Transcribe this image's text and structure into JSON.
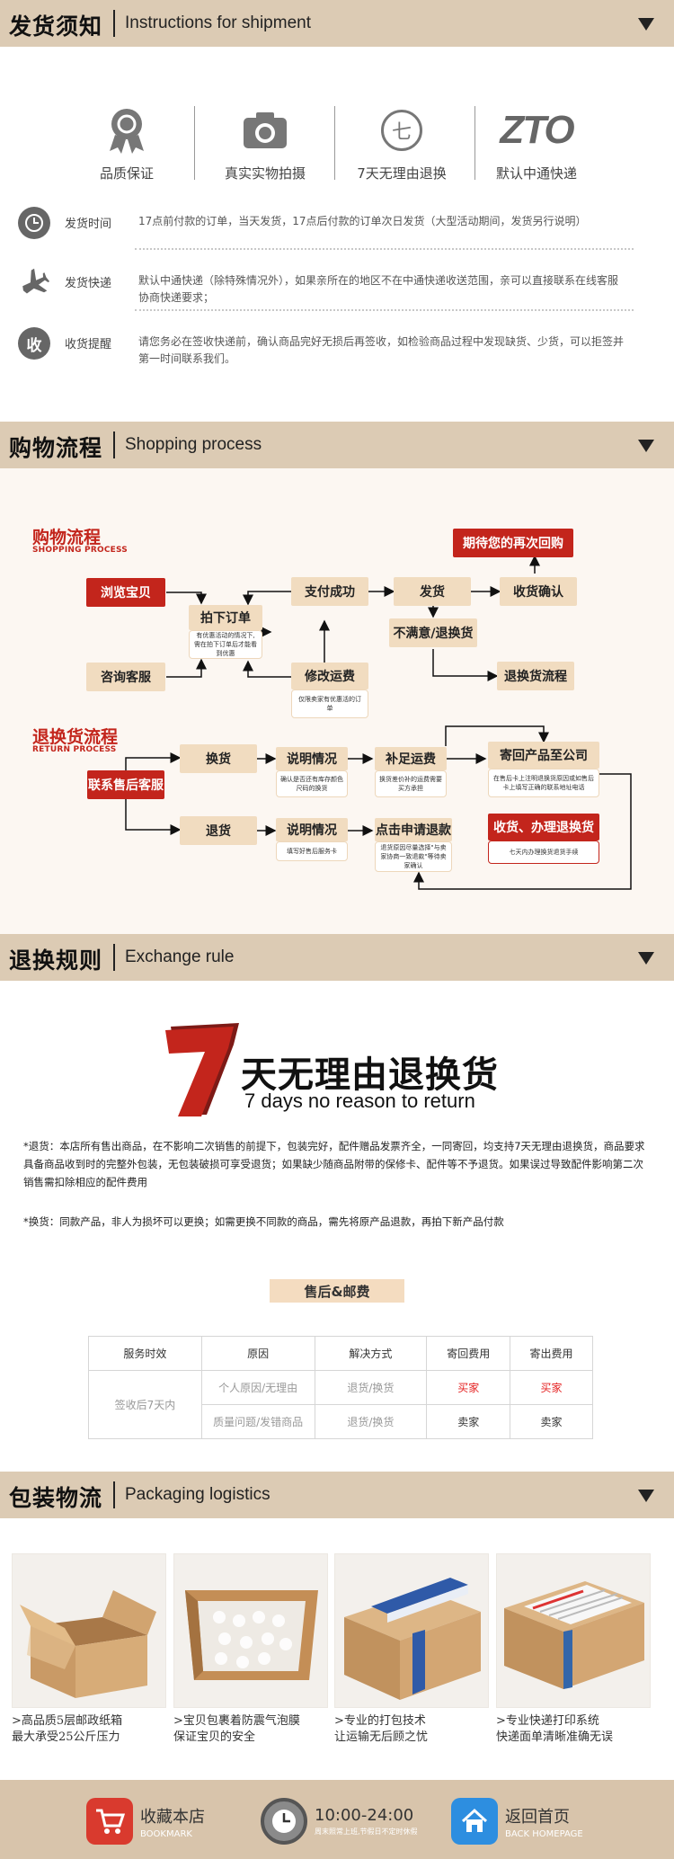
{
  "sections": {
    "shipment": {
      "cn": "发货须知",
      "en": "Instructions for shipment"
    },
    "shopping": {
      "cn": "购物流程",
      "en": "Shopping process"
    },
    "exchange": {
      "cn": "退换规则",
      "en": "Exchange rule"
    },
    "packaging": {
      "cn": "包装物流",
      "en": "Packaging logistics"
    }
  },
  "features": [
    {
      "label": "品质保证",
      "icon": "quality-medal-icon"
    },
    {
      "label": "真实实物拍摄",
      "icon": "camera-icon"
    },
    {
      "label": "7天无理由退换",
      "icon": "seven-circle-icon",
      "glyph": "七"
    },
    {
      "label": "默认中通快递",
      "icon": "zto-logo",
      "logo_text": "ZTO"
    }
  ],
  "info_rows": [
    {
      "icon": "clock-icon",
      "title": "发货时间",
      "text": "17点前付款的订单，当天发货，17点后付款的订单次日发货（大型活动期间，发货另行说明）"
    },
    {
      "icon": "plane-icon",
      "title": "发货快递",
      "text": "默认中通快递（除特殊情况外），如果亲所在的地区不在中通快递收送范围，亲可以直接联系在线客服协商快递要求；"
    },
    {
      "icon": "receive-icon",
      "glyph": "收",
      "title": "收货提醒",
      "text": "请您务必在签收快递前，确认商品完好无损后再签收，如检验商品过程中发现缺货、少货，可以拒签并第一时间联系我们。"
    }
  ],
  "shopping_flow": {
    "title": "购物流程",
    "subtitle": "SHOPPING PROCESS",
    "browse": "浏览宝贝",
    "consult": "咨询客服",
    "order": "拍下订单",
    "order_note": "有优惠活动的情况下,需在拍下订单后才能看到优惠",
    "pay": "支付成功",
    "modify": "修改运费",
    "modify_note": "仅限卖家有优惠活的订单",
    "ship": "发货",
    "unsatisfied": "不满意/退换货",
    "confirm": "收货确认",
    "return_flow": "退换货流程",
    "expect": "期待您的再次回购"
  },
  "return_flow": {
    "title": "退换货流程",
    "subtitle": "RETURN PROCESS",
    "contact": "联系售后客服",
    "exchange": "换货",
    "refund": "退货",
    "explain1": "说明情况",
    "explain1_note": "确认是否还有库存颜色尺码的换货",
    "explain2": "说明情况",
    "explain2_note": "填写好售后服务卡",
    "topup": "补足运费",
    "topup_note": "换货差价补的运费需要买方承担",
    "apply": "点击申请退款",
    "apply_note": "退货原因尽量选择\"与卖家协商一致退款\"等待卖家确认",
    "send_back": "寄回产品至公司",
    "send_back_note": "在售后卡上注明退换货原因或如售后卡上填写正确的联系地址电话",
    "receive": "收货、办理退换货",
    "receive_note": "七天内办理换货退货手续"
  },
  "seven_days": {
    "cn": "天无理由退换货",
    "en": "7 days no reason to return",
    "num": "7"
  },
  "rules": [
    "*退货：本店所有售出商品，在不影响二次销售的前提下，包装完好，配件赠品发票齐全，一同寄回，均支持7天无理由退换货，商品要求具备商品收到时的完整外包装，无包装破损可享受退货；如果缺少随商品附带的保修卡、配件等不予退货。如果误过导致配件影响第二次销售需扣除相应的配件费用",
    "*换货：同款产品，非人为损坏可以更换；如需更换不同款的商品，需先将原产品退款，再拍下新产品付款"
  ],
  "after_sale_tag": "售后&邮费",
  "fee_table": {
    "headers": [
      "服务时效",
      "原因",
      "解决方式",
      "寄回费用",
      "寄出费用"
    ],
    "period": "签收后7天内",
    "rows": [
      {
        "reason": "个人原因/无理由",
        "solution": "退货/换货",
        "back": "买家",
        "out": "买家"
      },
      {
        "reason": "质量问题/发错商品",
        "solution": "退货/换货",
        "back": "卖家",
        "out": "卖家"
      }
    ]
  },
  "packaging": [
    {
      "caption": ">高品质5层邮政纸箱\n 最大承受25公斤压力"
    },
    {
      "caption": ">宝贝包裹着防震气泡膜\n 保证宝贝的安全"
    },
    {
      "caption": ">专业的打包技术\n 让运输无后顾之忧"
    },
    {
      "caption": ">专业快递打印系统\n 快递面单清晰准确无误"
    }
  ],
  "footer": {
    "bookmark": {
      "cn": "收藏本店",
      "en": "BOOKMARK"
    },
    "hours": {
      "time": "10:00-24:00",
      "note": "周末照常上班,节假日不定时休假"
    },
    "home": {
      "cn": "返回首页",
      "en": "BACK HOMEPAGE"
    }
  },
  "colors": {
    "header_bg": "#dccbb4",
    "accent_red": "#c3251c",
    "box_tan": "#f1dcc0",
    "footer_bg": "#d8c4ab"
  }
}
